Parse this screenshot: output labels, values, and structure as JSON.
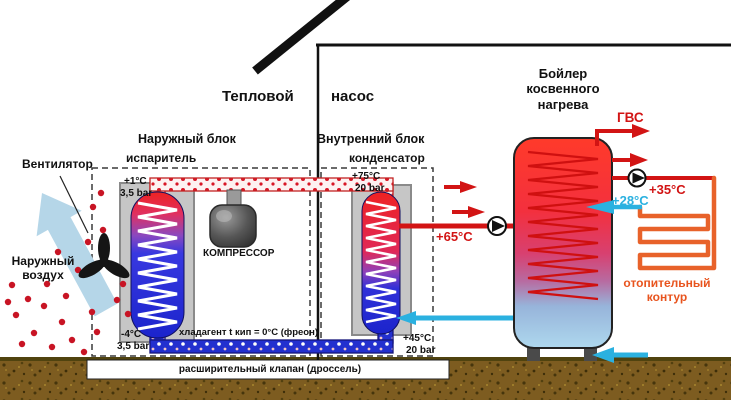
{
  "diagram_title": {
    "left": "Тепловой",
    "right": "насос"
  },
  "fan": {
    "label": "Вентилятор",
    "air_label": "Наружный\nвоздух"
  },
  "outdoor_unit": {
    "label": "Наружный блок",
    "sublabel": "испаритель",
    "temp_top": "+1°C",
    "pressure_top": "3,5 bar",
    "temp_bottom": "-4°C",
    "pressure_bottom": "3,5 bar",
    "compressor": "КОМПРЕССОР"
  },
  "indoor_unit": {
    "label": "Внутренний блок",
    "sublabel": "конденсатор",
    "temp_top": "+75°C",
    "pressure_top": "20 bar",
    "temp_bottom": "+45°C",
    "pressure_bottom": "20 bar"
  },
  "notes": {
    "refrigerant": "хладагент t кип = 0°C (фреон)",
    "expansion_valve": "расширительный клапан (дроссель)"
  },
  "boiler": {
    "label": "Бойлер\nкосвенного\nнагрева",
    "gvs": "ГВС",
    "supply_temp": "+65°C",
    "out_temp": "+35°C",
    "return_temp": "+28°C"
  },
  "heating_circuit": {
    "label": "отопительный\nконтур"
  },
  "colors": {
    "hot": "#d21414",
    "cold": "#1b24cc",
    "water_cold": "#2bb1e0",
    "heating_loop": "#e8622a",
    "ground": "#7d5c20"
  }
}
